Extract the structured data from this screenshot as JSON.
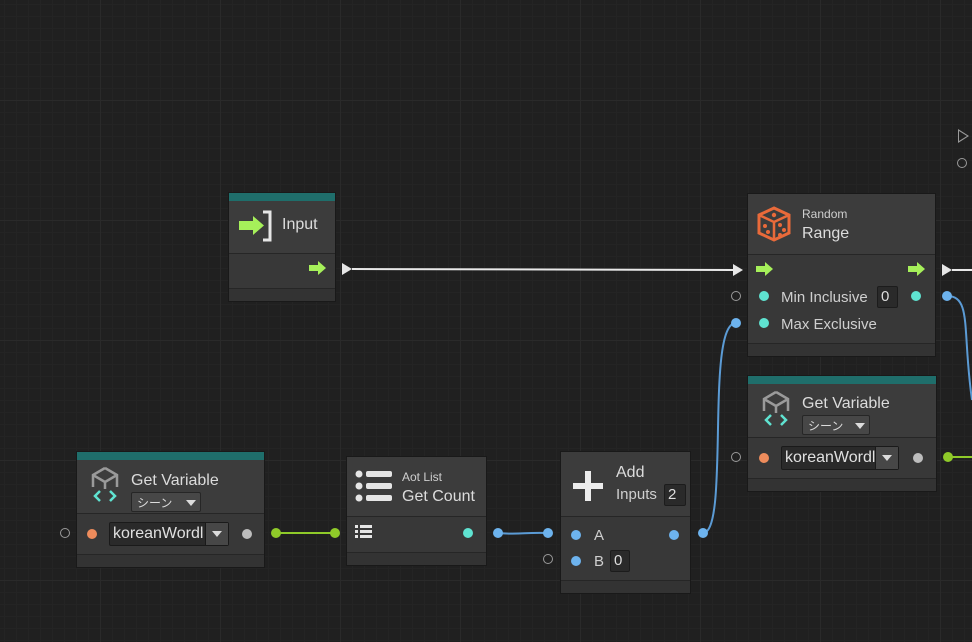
{
  "nodes": {
    "input": {
      "title": "Input"
    },
    "random_range": {
      "category": "Random",
      "title": "Range",
      "min_label": "Min Inclusive",
      "min_value": "0",
      "max_label": "Max Exclusive"
    },
    "get_variable_top": {
      "title": "Get Variable",
      "kind": "シーン",
      "variable": "koreanWordl"
    },
    "get_variable_bottom": {
      "title": "Get Variable",
      "kind": "シーン",
      "variable": "koreanWordl"
    },
    "aot_list": {
      "category": "Aot List",
      "title": "Get Count"
    },
    "add": {
      "title": "Add",
      "inputs_label": "Inputs",
      "inputs_value": "2",
      "a_label": "A",
      "b_label": "B",
      "b_value": "0"
    }
  },
  "colors": {
    "accent": "#1f6e6b",
    "flow": "#a6f05a",
    "port_cyan": "#5fe3d1",
    "port_orange": "#ee8c5c",
    "port_blue": "#6db3ee",
    "wire_green": "#8fca29",
    "wire_blue": "#5b9bd5",
    "dice": "#e96a3a"
  }
}
